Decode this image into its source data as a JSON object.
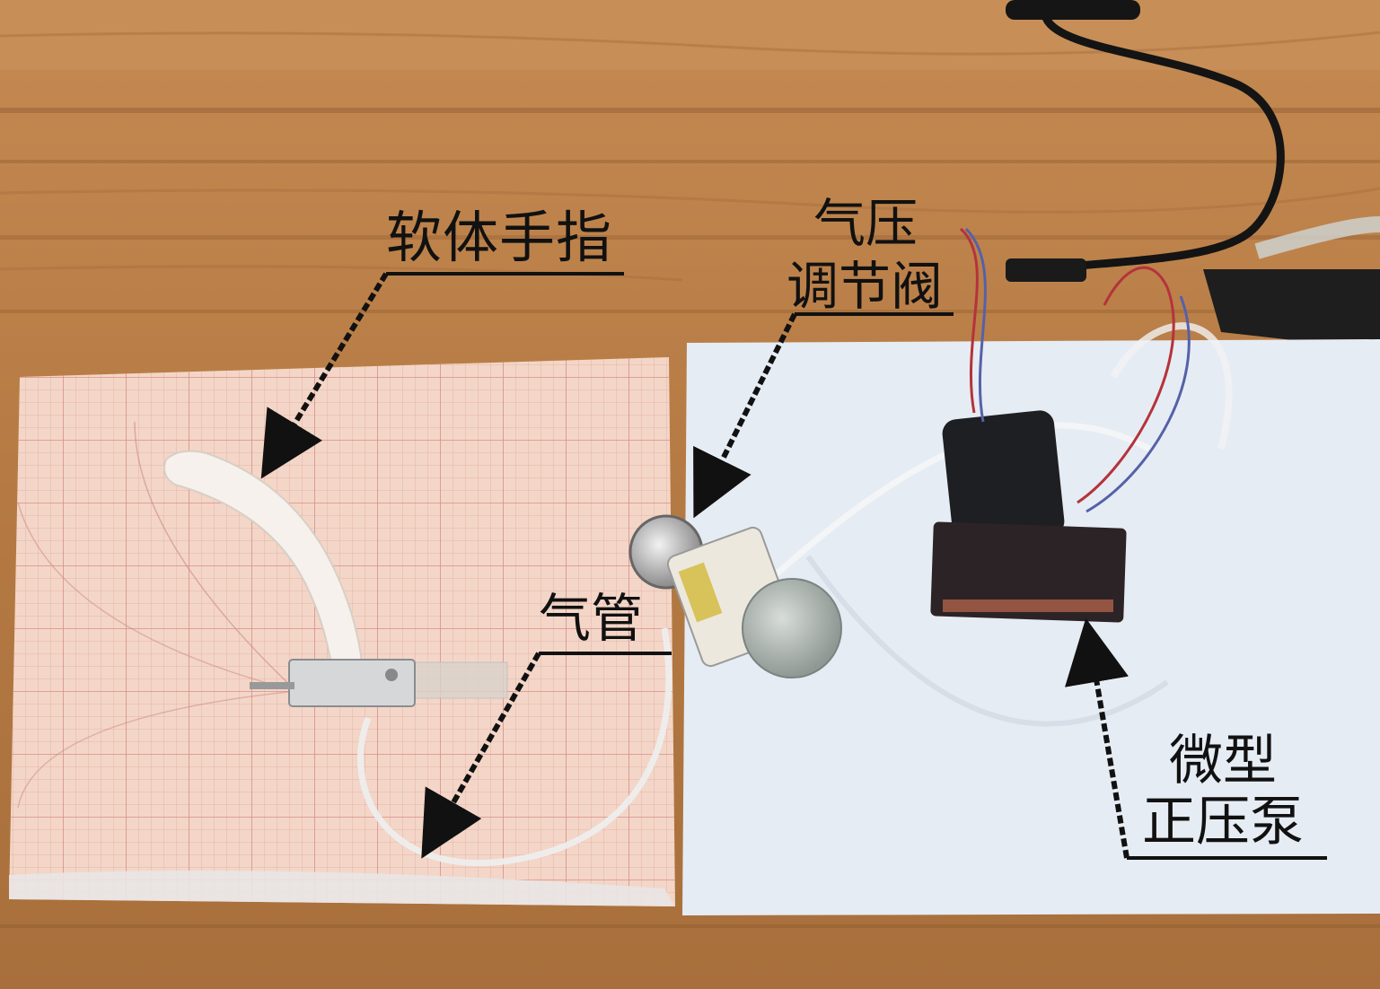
{
  "labels": {
    "soft_finger": "软体手指",
    "valve_line1": "气压",
    "valve_line2": "调节阀",
    "air_tube": "气管",
    "pump_line1": "微型",
    "pump_line2": "正压泵"
  },
  "colors": {
    "wood": "#b9804a",
    "grid_paper": "#f3d6c7",
    "foam_sheet": "#e6ecf3",
    "label_text": "#111111"
  }
}
